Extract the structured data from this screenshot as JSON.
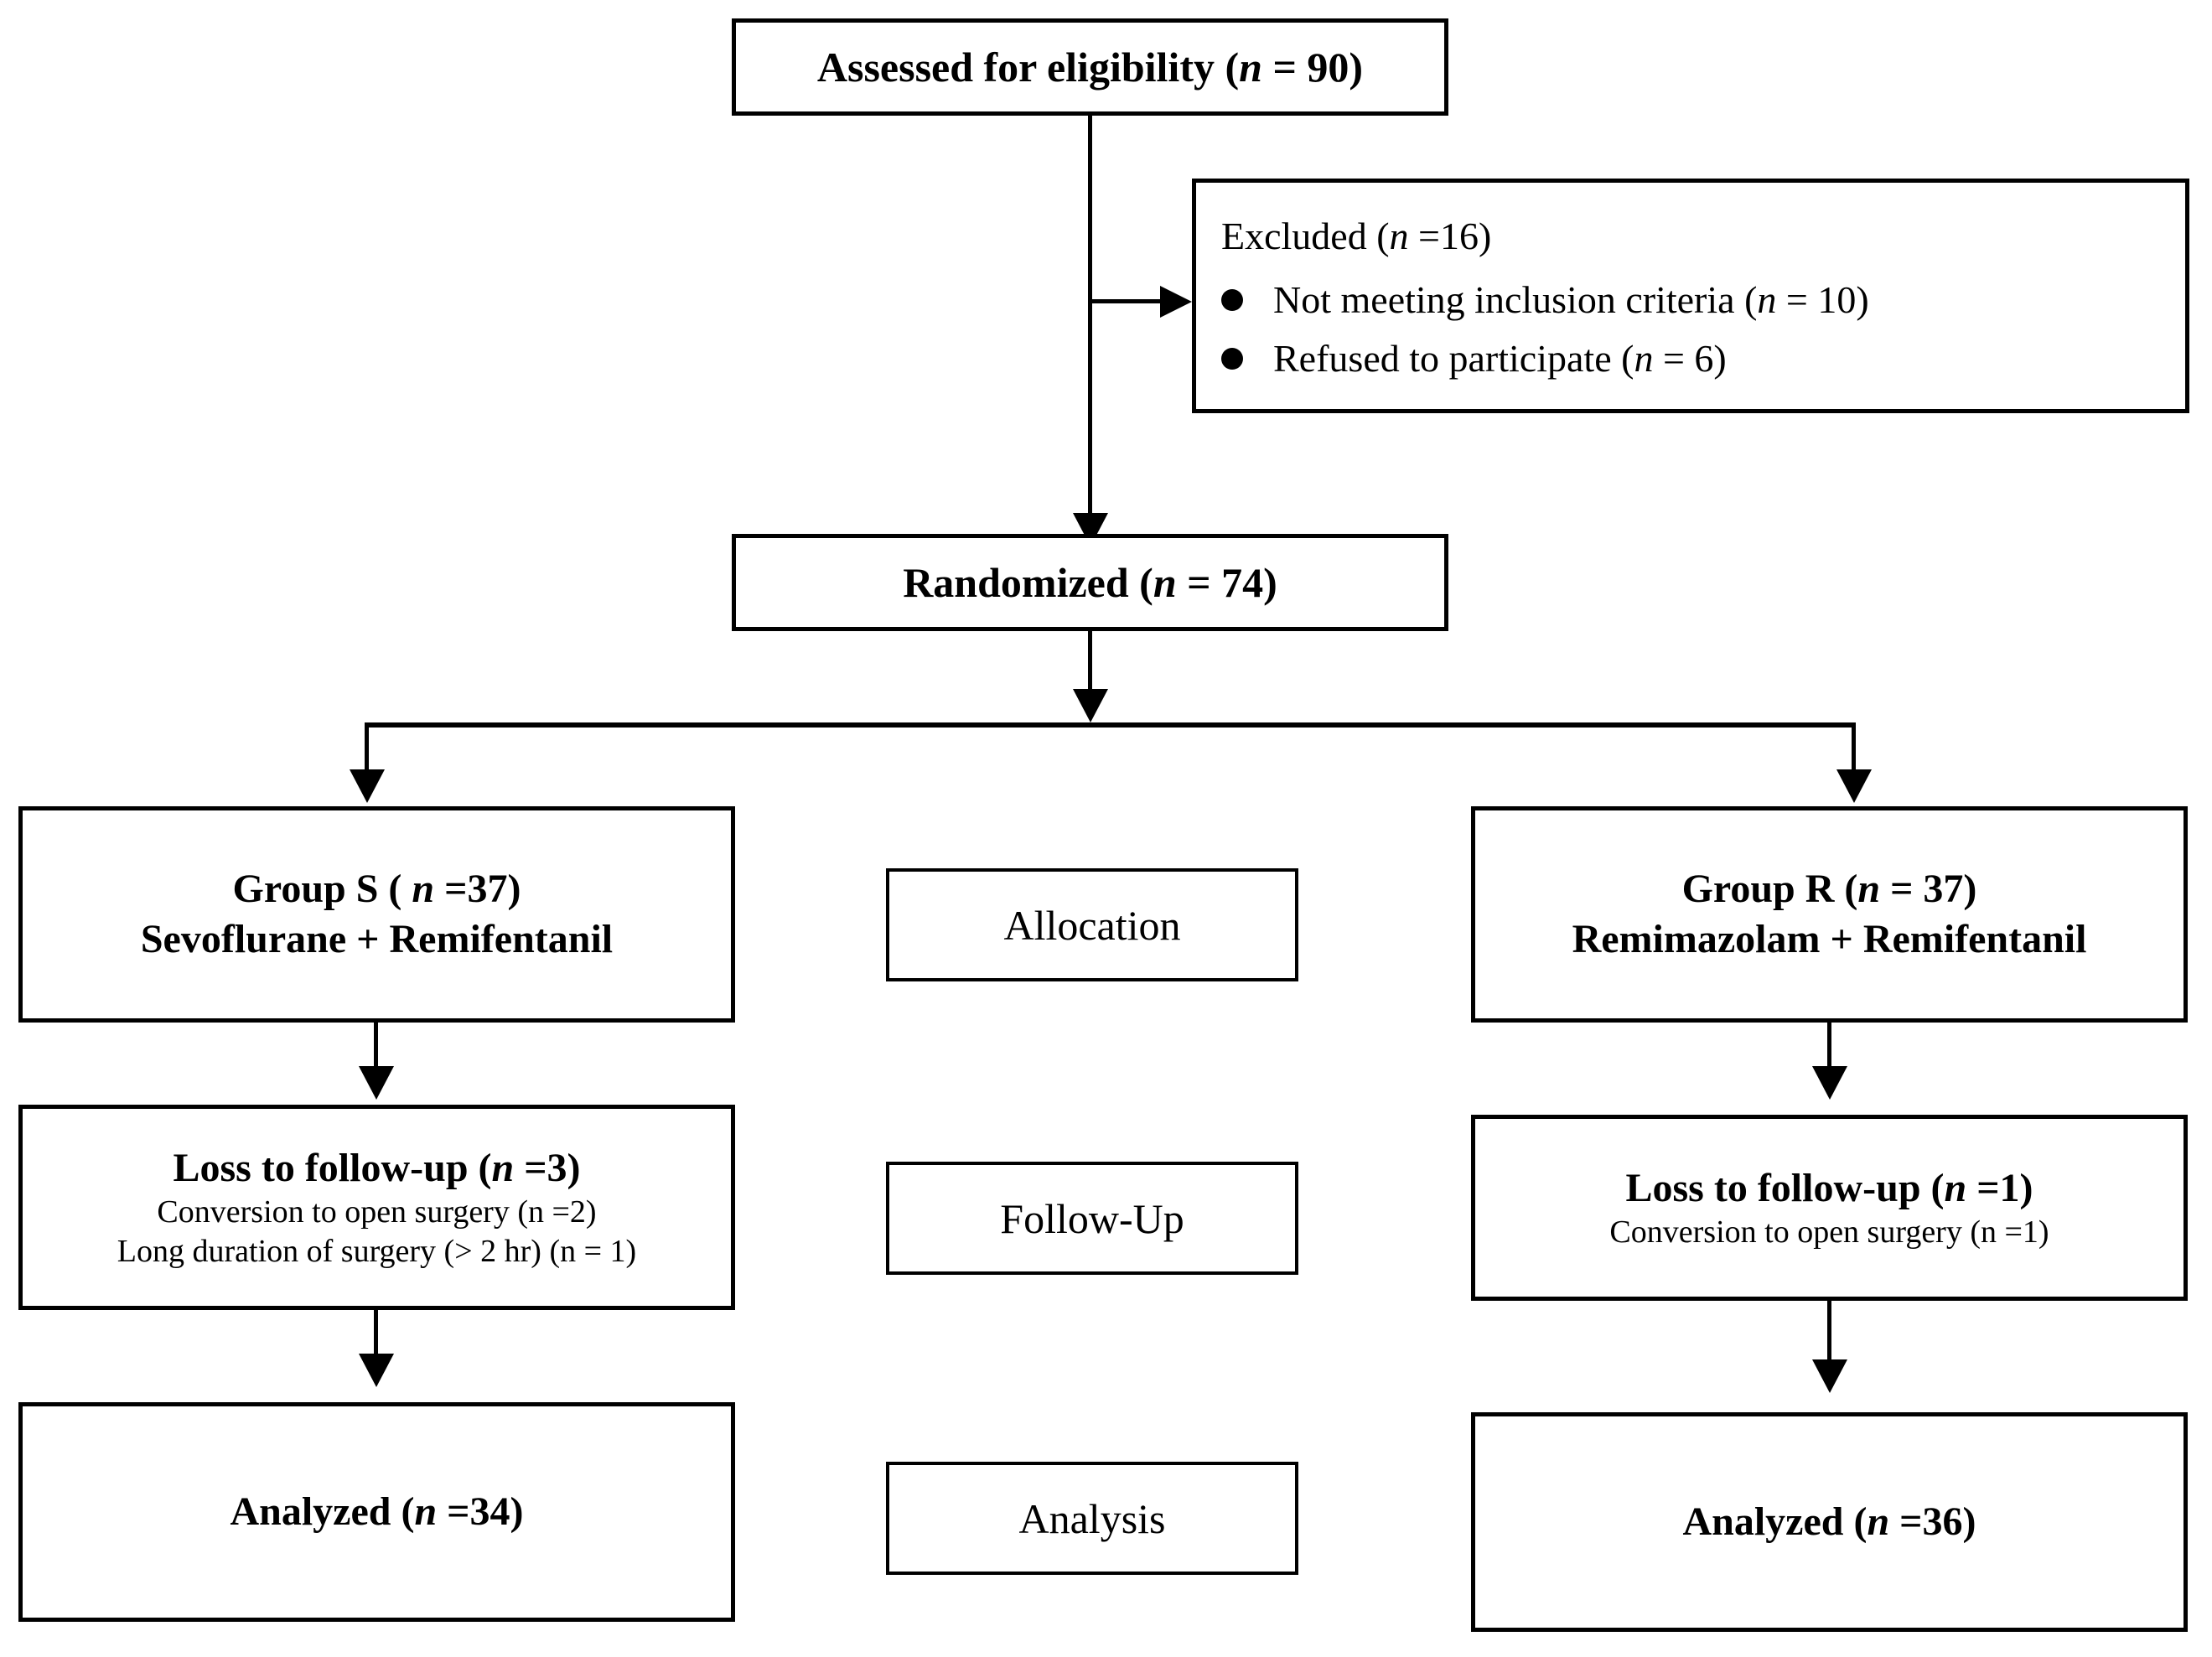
{
  "diagram": {
    "type": "CONSORT participant flow diagram",
    "nodes": {
      "assessed": {
        "label": "Assessed for eligibility (",
        "n_symbol": "n",
        "value": " = 90)"
      },
      "excluded": {
        "heading_pre": "Excluded (",
        "heading_n": "n",
        "heading_post": " =16)",
        "items": [
          {
            "pre": "Not meeting inclusion criteria (",
            "n": "n",
            "post": " = 10)"
          },
          {
            "pre": "Refused to participate (",
            "n": "n",
            "post": " = 6)"
          }
        ]
      },
      "randomized": {
        "pre": "Randomized (",
        "n": "n",
        "post": " = 74)"
      },
      "group_s": {
        "line1_pre": "Group S ( ",
        "line1_n": "n",
        "line1_post": " =37)",
        "line2": "Sevoflurane + Remifentanil"
      },
      "group_r": {
        "line1_pre": "Group R (",
        "line1_n": "n",
        "line1_post": " = 37)",
        "line2": "Remimazolam + Remifentanil"
      },
      "loss_left": {
        "head_pre": "Loss to follow-up (",
        "head_n": "n",
        "head_post": " =3)",
        "sub1": "Conversion to open surgery (n =2)",
        "sub2": "Long duration of surgery (> 2 hr) (n = 1)"
      },
      "loss_right": {
        "head_pre": "Loss to follow-up (",
        "head_n": "n",
        "head_post": " =1)",
        "sub1": "Conversion to open surgery (n =1)"
      },
      "analyzed_left": {
        "pre": "Analyzed (",
        "n": "n",
        "post": " =34)"
      },
      "analyzed_right": {
        "pre": "Analyzed (",
        "n": "n",
        "post": " =36)"
      }
    },
    "stage_labels": {
      "allocation": "Allocation",
      "followup": "Follow-Up",
      "analysis": "Analysis"
    },
    "colors": {
      "line": "#000000",
      "box_fill": "#ffffff",
      "text": "#000000"
    }
  }
}
